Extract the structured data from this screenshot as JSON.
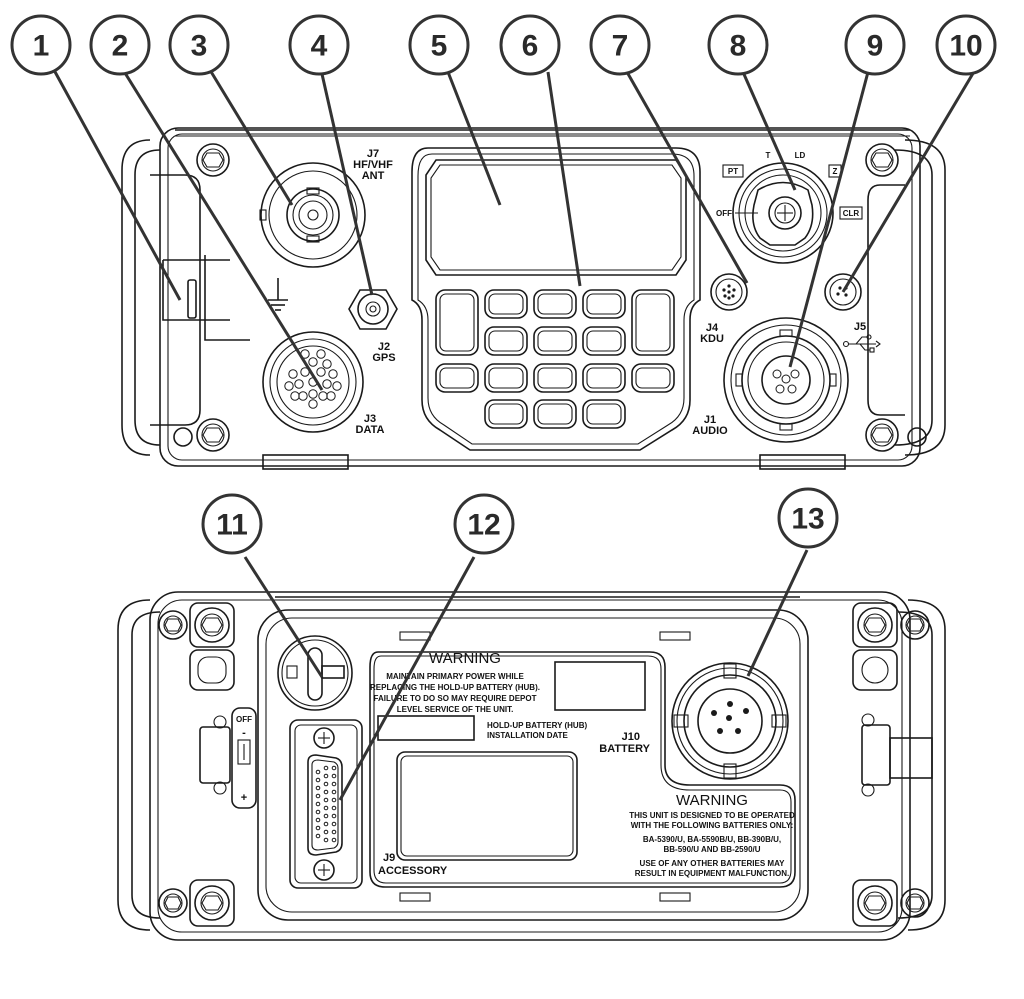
{
  "diagram": {
    "title": "Radio front and rear panel controls and connectors",
    "callouts": [
      {
        "number": "1"
      },
      {
        "number": "2"
      },
      {
        "number": "3"
      },
      {
        "number": "4"
      },
      {
        "number": "5"
      },
      {
        "number": "6"
      },
      {
        "number": "7"
      },
      {
        "number": "8"
      },
      {
        "number": "9"
      },
      {
        "number": "10"
      },
      {
        "number": "11"
      },
      {
        "number": "12"
      },
      {
        "number": "13"
      }
    ],
    "front_panel": {
      "j7": {
        "id": "J7",
        "name_line1": "HF/VHF",
        "name_line2": "ANT"
      },
      "j2": {
        "id": "J2",
        "name": "GPS"
      },
      "j3": {
        "id": "J3",
        "name": "DATA"
      },
      "j4": {
        "id": "J4",
        "name": "KDU"
      },
      "j5": {
        "id": "J5",
        "name": "USB"
      },
      "j1": {
        "id": "J1",
        "name": "AUDIO"
      },
      "function_switch": {
        "positions": [
          "PT",
          "T",
          "LD",
          "Z",
          "CLR",
          "OFF"
        ]
      },
      "ground_symbol": "ground-icon",
      "keypad_rows": [
        5,
        3,
        5,
        3
      ]
    },
    "rear_panel": {
      "warning_top": {
        "heading": "WARNING",
        "lines": [
          "MAINTAIN PRIMARY POWER WHILE",
          "REPLACING THE HOLD-UP BATTERY (HUB).",
          "FAILURE TO DO SO MAY REQUIRE DEPOT",
          "LEVEL SERVICE OF THE UNIT."
        ]
      },
      "hub_date_label": {
        "line1": "HOLD-UP BATTERY (HUB)",
        "line2": "INSTALLATION DATE"
      },
      "j10": {
        "id": "J10",
        "name": "BATTERY"
      },
      "j9": {
        "id": "J9",
        "name": "ACCESSORY"
      },
      "warning_bottom": {
        "heading": "WARNING",
        "lines": [
          "THIS UNIT IS DESIGNED TO BE OPERATED",
          "WITH THE FOLLOWING BATTERIES ONLY:",
          "BA-5390/U, BA-5590B/U, BB-390B/U,",
          "BB-590/U AND BB-2590/U",
          "USE OF ANY OTHER BATTERIES MAY",
          "RESULT IN EQUIPMENT MALFUNCTION."
        ]
      },
      "side_latch": {
        "top": "OFF",
        "minus": "-",
        "plus": "+"
      }
    }
  }
}
